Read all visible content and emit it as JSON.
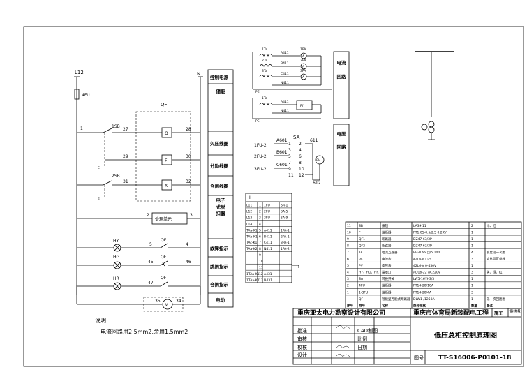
{
  "main_circuit": {
    "bus_l": "L12",
    "bus_n": "N",
    "fuse": "4FU",
    "breaker": "QF",
    "sb1": "1SB",
    "sb2": "2SB",
    "nodes": {
      "n1": "1",
      "n27": "27",
      "n28": "28",
      "n29": "29",
      "n30": "30",
      "n31": "31",
      "n32": "32",
      "n2": "2",
      "n3": "3",
      "n5": "5",
      "n4": "4",
      "n45": "45",
      "n46": "46",
      "n47": "47",
      "n35": "35",
      "n34": "34"
    },
    "coils": {
      "q": "Q",
      "f": "F",
      "x": "X",
      "m": "M"
    },
    "processor": "处理单元",
    "lamps": {
      "hy": "HY",
      "hg": "HG",
      "hr": "HR"
    },
    "qf_labels": [
      "QF",
      "QF",
      "QF"
    ],
    "e_mark": "E"
  },
  "function_labels": [
    "控制电源",
    "储能",
    "欠压线圈",
    "分励线圈",
    "合闸线圈",
    "电子式脱扣器",
    "故障指示",
    "跳闸指示",
    "合闸指示",
    "电动"
  ],
  "current_circuit": {
    "ta": [
      "1Ta",
      "2Ta",
      "3Ta"
    ],
    "a_nodes": [
      "A411",
      "B411",
      "C411",
      "N411",
      "A411",
      "N411"
    ],
    "meters": [
      "1PA",
      "2PA",
      "3PA"
    ],
    "pa_meter": "A",
    "pe": "PE",
    "ta_pf": "1Ta",
    "pf_meter": "Pf",
    "label": "电流回路"
  },
  "voltage_circuit": {
    "fuses": [
      "1FU-2",
      "2FU-2",
      "3FU-2"
    ],
    "nodes": [
      "A601",
      "B601",
      "C601"
    ],
    "sa": "SA",
    "n611": "611",
    "n612": "612",
    "pv": "PV",
    "contacts": [
      "1",
      "2",
      "3",
      "4",
      "5",
      "6",
      "7",
      "8",
      "9",
      "10",
      "11",
      "12"
    ],
    "label": "电压回路"
  },
  "terminal_block": {
    "header": "I",
    "rows": [
      {
        "name": "L11",
        "code": "1FU",
        "to": "SA-1"
      },
      {
        "name": "L12",
        "code": "2FU",
        "to": "SA-5"
      },
      {
        "name": "L13",
        "code": "3FU",
        "to": "SA-9"
      },
      {
        "name": "L14",
        "code": "",
        "to": ""
      },
      {
        "name": "TAa-K1",
        "code": "A411",
        "to": "1PA-1"
      },
      {
        "name": "TAb-K1",
        "code": "B411",
        "to": "2PA-1"
      },
      {
        "name": "TAc-K1",
        "code": "C411",
        "to": "3PA-1"
      },
      {
        "name": "TAa-K2",
        "code": "N411",
        "to": "1PA-2"
      },
      {
        "name": "",
        "code": "",
        "to": ""
      },
      {
        "name": "",
        "code": "",
        "to": ""
      },
      {
        "name": "",
        "code": "",
        "to": ""
      },
      {
        "name": "1TAa-K1",
        "code": "A431",
        "to": ""
      },
      {
        "name": "1TAa-K2",
        "code": "N431",
        "to": ""
      }
    ],
    "nums": [
      "1",
      "2",
      "3",
      "4",
      "5",
      "6",
      "7",
      "8",
      "9",
      "10",
      "11",
      "12",
      "13"
    ]
  },
  "parts_table": {
    "header": {
      "seq": "序号",
      "sym": "符号",
      "name": "名称",
      "spec": "型号规格",
      "qty": "数量",
      "note": "备注"
    },
    "rows": [
      {
        "seq": "11",
        "sym": "SB",
        "name": "按钮",
        "spec": "LA39-11",
        "qty": "2",
        "note": "绿、红"
      },
      {
        "seq": "10",
        "sym": "F",
        "name": "熔断器",
        "spec": "RT1.05-0.5/2.5 0.2KV",
        "qty": "1",
        "note": ""
      },
      {
        "seq": "9",
        "sym": "QF1",
        "name": "断路器",
        "spec": "DZ47-63/3P",
        "qty": "1",
        "note": ""
      },
      {
        "seq": "8",
        "sym": "QF2",
        "name": "断路器",
        "spec": "DZ47-63/3P",
        "qty": "1",
        "note": ""
      },
      {
        "seq": "7",
        "sym": "TA",
        "name": "电流互感器",
        "spec": "BH-0.66 □/5 100",
        "qty": "4",
        "note": "变比见一次图"
      },
      {
        "seq": "6",
        "sym": "PA",
        "name": "电流表",
        "spec": "42L6-A □/5",
        "qty": "3",
        "note": "变比同互感器"
      },
      {
        "seq": "5",
        "sym": "PV",
        "name": "电压表",
        "spec": "42L6-V 0-450V",
        "qty": "1",
        "note": ""
      },
      {
        "seq": "4",
        "sym": "HY、HG、HR",
        "name": "指示灯",
        "spec": "AD16-22 AC220V",
        "qty": "3",
        "note": "黄、绿、红"
      },
      {
        "seq": "3",
        "sym": "SA",
        "name": "转换开关",
        "spec": "LW5-16YH3/3",
        "qty": "1",
        "note": ""
      },
      {
        "seq": "2",
        "sym": "4FU",
        "name": "熔断器",
        "spec": "RT14-20/10A",
        "qty": "1",
        "note": ""
      },
      {
        "seq": "1",
        "sym": "1-3FU",
        "name": "熔断器",
        "spec": "RT14-20/4A",
        "qty": "3",
        "note": ""
      },
      {
        "seq": "",
        "sym": "QF",
        "name": "智能型万能式断路器",
        "spec": "DLW1-/1250A",
        "qty": "1",
        "note": "见一次回路图"
      }
    ]
  },
  "title_block": {
    "company": "重庆亚太电力勘察设计有限公司",
    "project": "重庆市体育局新装配电工程",
    "phase": "施工",
    "phase2": "设计阶段",
    "drawing_title": "低压总柜控制原理图",
    "drawing_no_label": "图号",
    "drawing_no": "TT-S16006-P0101-18",
    "rows": [
      {
        "role": "批准",
        "sig": "",
        "key": "CAD制图",
        "val": ""
      },
      {
        "role": "审核",
        "sig": "",
        "key": "比例",
        "val": ""
      },
      {
        "role": "校核",
        "sig": "",
        "key": "日期",
        "val": ""
      },
      {
        "role": "设计",
        "sig": "",
        "key": "",
        "val": ""
      }
    ]
  },
  "notes": {
    "title": "说明:",
    "text": "电流回路用2.5mm2,余用1.5mm2"
  }
}
